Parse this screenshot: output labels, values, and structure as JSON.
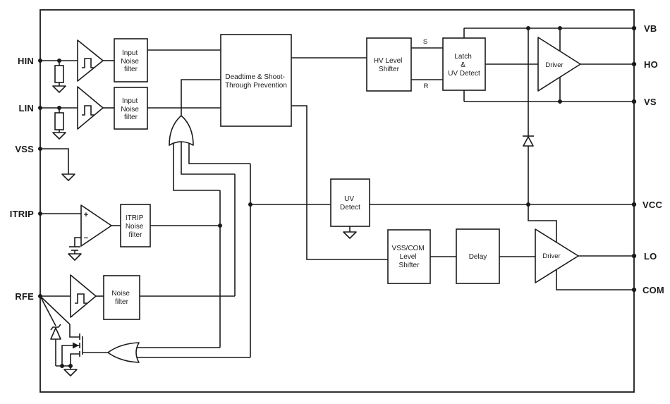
{
  "pins": {
    "left": [
      {
        "label": "HIN"
      },
      {
        "label": "LIN"
      },
      {
        "label": "VSS"
      },
      {
        "label": "ITRIP"
      },
      {
        "label": "RFE"
      }
    ],
    "right": [
      {
        "label": "VB"
      },
      {
        "label": "HO"
      },
      {
        "label": "VS"
      },
      {
        "label": "VCC"
      },
      {
        "label": "LO"
      },
      {
        "label": "COM"
      }
    ]
  },
  "blocks": {
    "hin_filter": {
      "lines": [
        "Input",
        "Noise",
        "filter"
      ]
    },
    "lin_filter": {
      "lines": [
        "Input",
        "Noise",
        "filter"
      ]
    },
    "deadtime": {
      "lines": [
        "Deadtime & Shoot-",
        "Through Prevention"
      ]
    },
    "hv_level_shifter": {
      "lines": [
        "HV Level",
        "Shifter"
      ]
    },
    "latch_uv_detect": {
      "lines": [
        "Latch",
        "&",
        "UV Detect"
      ]
    },
    "hs_driver": {
      "label": "Driver"
    },
    "uv_detect": {
      "lines": [
        "UV",
        "Detect"
      ]
    },
    "itrip_filter": {
      "lines": [
        "ITRIP",
        "Noise",
        "filter"
      ]
    },
    "rfe_filter": {
      "lines": [
        "Noise",
        "filter"
      ]
    },
    "vss_com_level_shifter": {
      "lines": [
        "VSS/COM",
        "Level",
        "Shifter"
      ]
    },
    "delay": {
      "label": "Delay"
    },
    "ls_driver": {
      "label": "Driver"
    }
  },
  "annotations": {
    "latch_set": "S",
    "latch_reset": "R",
    "comparator_plus": "+",
    "comparator_minus": "−"
  },
  "colors": {
    "line": "#1a1a1a",
    "background": "#ffffff"
  }
}
